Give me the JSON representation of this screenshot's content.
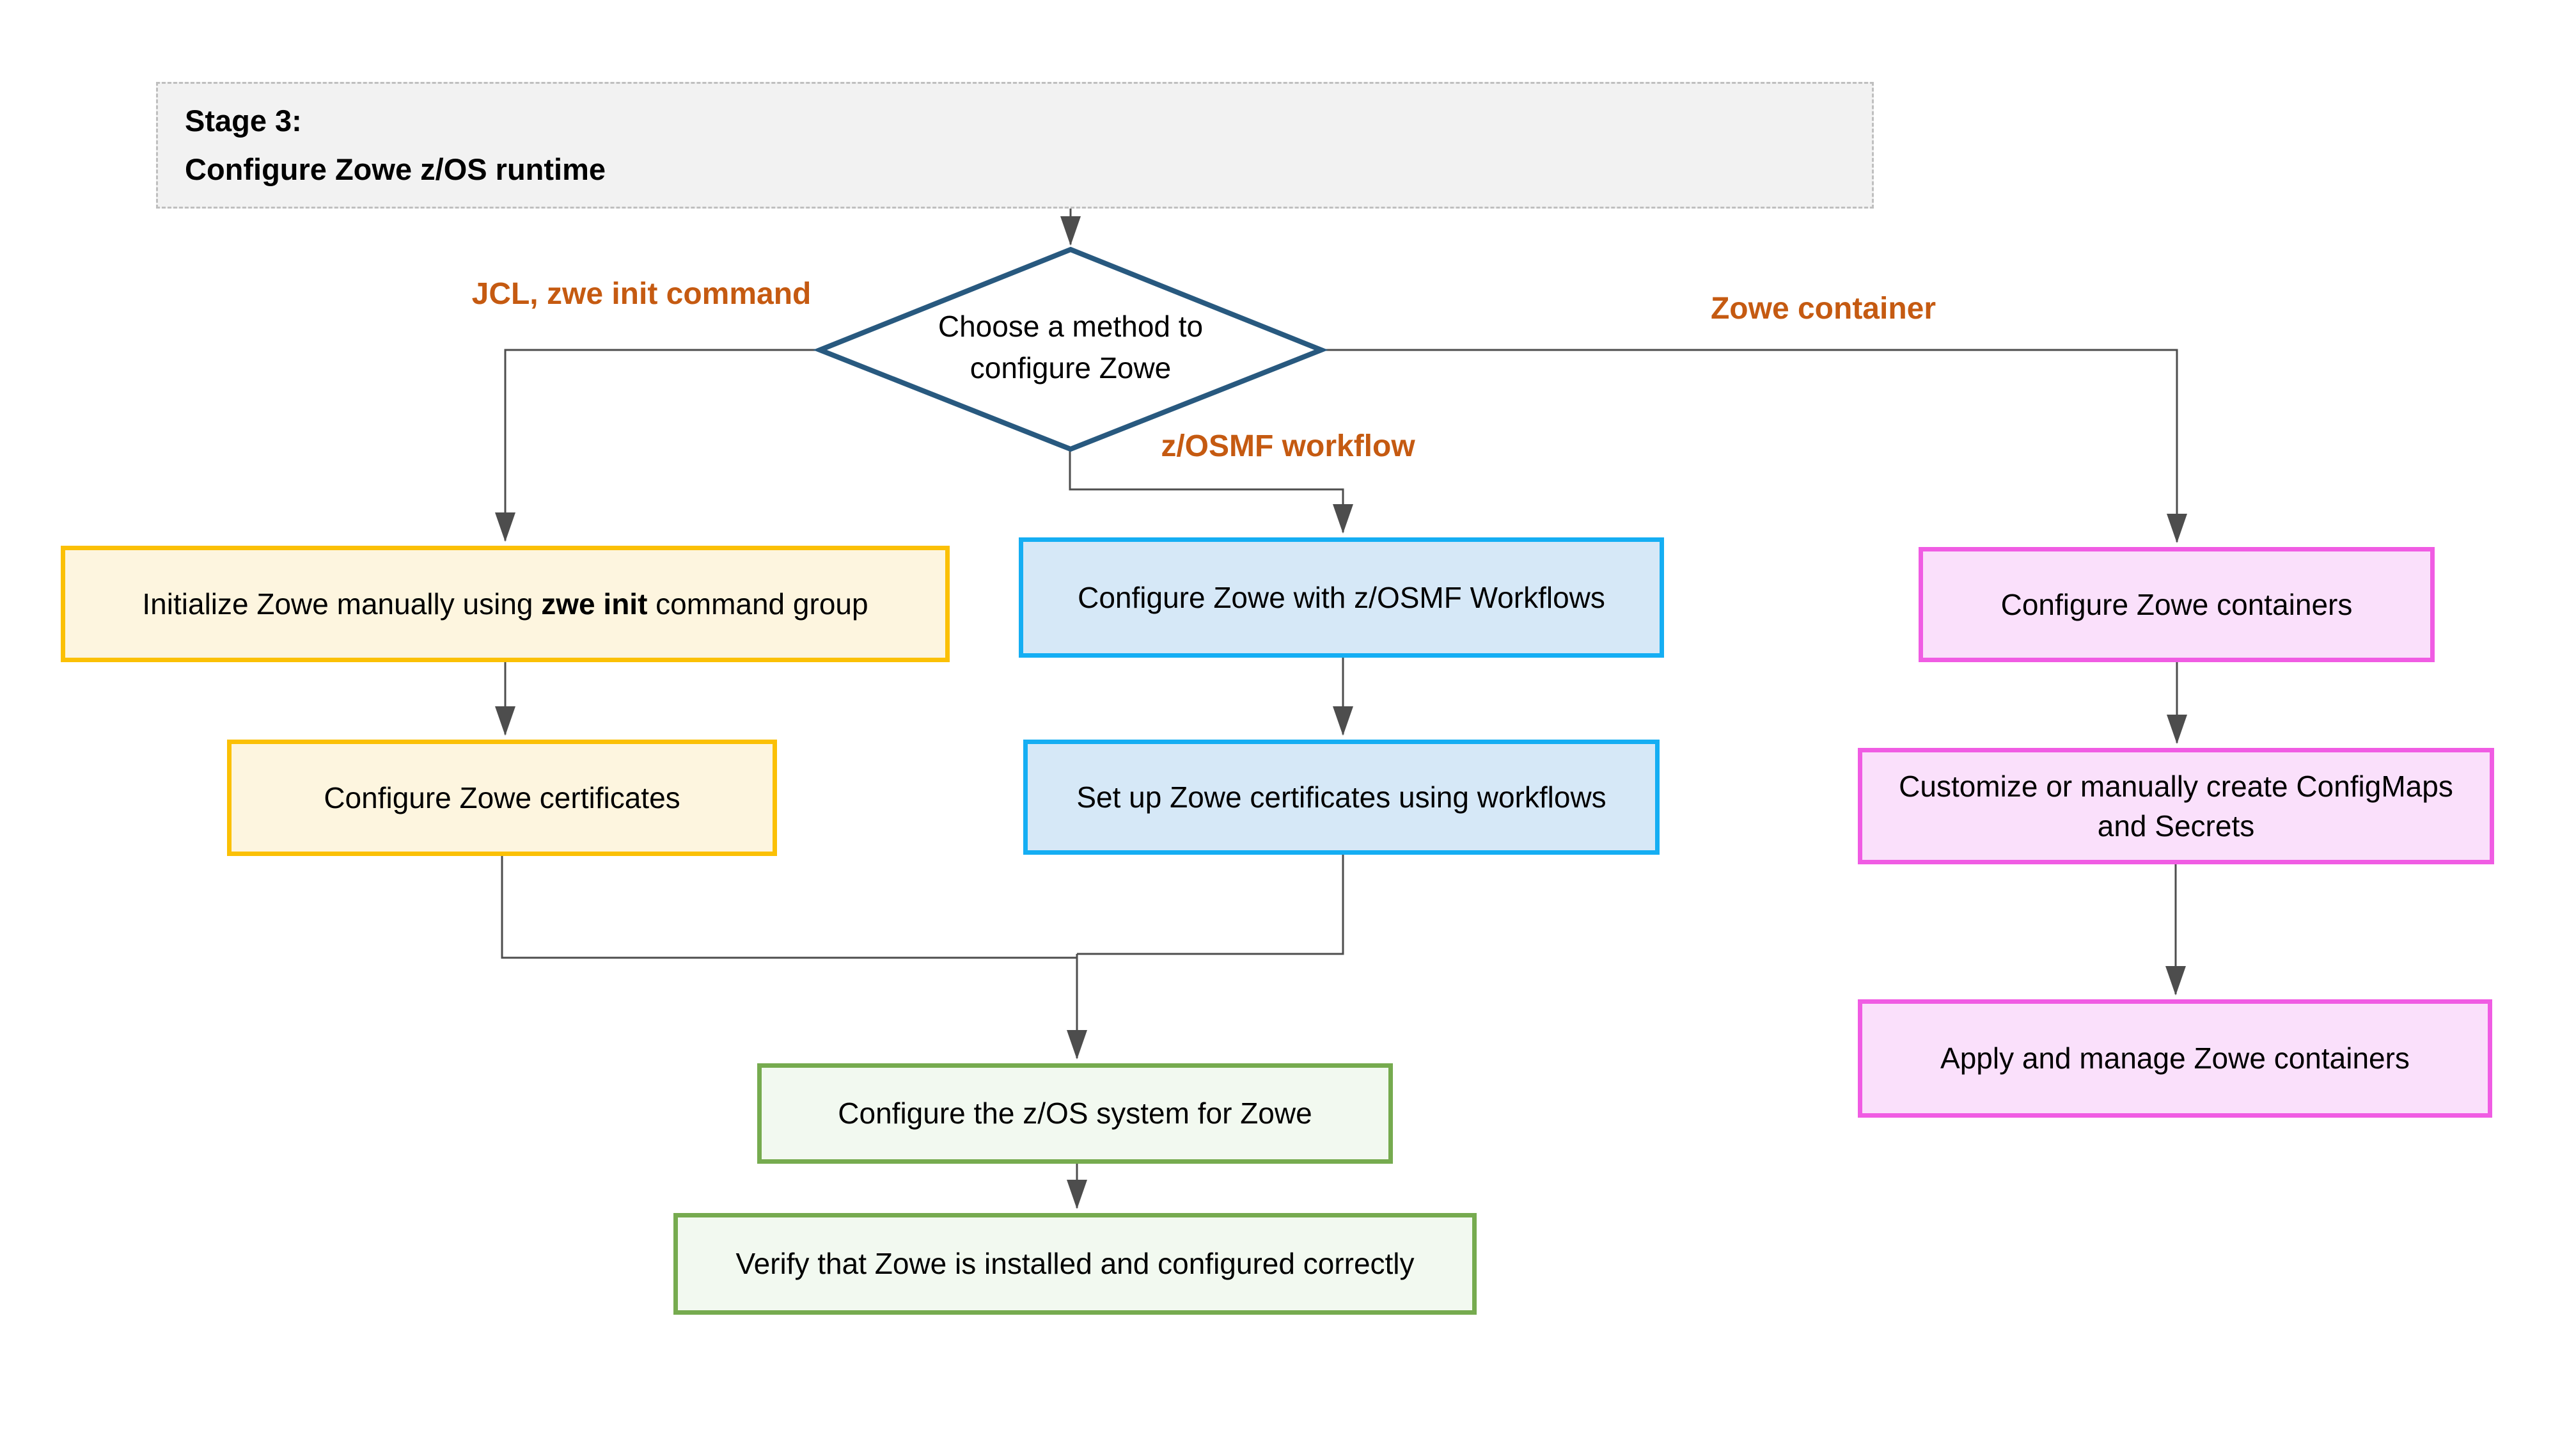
{
  "header": {
    "title_line1": "Stage 3:",
    "title_line2": "Configure Zowe z/OS runtime"
  },
  "decision": {
    "line1": "Choose a method to",
    "line2": "configure Zowe"
  },
  "branch_labels": {
    "jcl": "JCL, zwe init command",
    "zosmf": "z/OSMF workflow",
    "container": "Zowe container"
  },
  "nodes": {
    "init_manual": {
      "prefix": "Initialize Zowe manually using ",
      "bold": "zwe init",
      "suffix": " command group"
    },
    "configure_certs": "Configure Zowe certificates",
    "zosmf_workflows": "Configure Zowe with z/OSMF Workflows",
    "setup_certs_workflows": "Set up Zowe certificates using workflows",
    "configure_containers": "Configure Zowe containers",
    "customize_configmaps": "Customize or manually create ConfigMaps and Secrets",
    "apply_manage_containers": "Apply and manage Zowe containers",
    "configure_zos": "Configure the z/OS system for Zowe",
    "verify": "Verify that Zowe is installed and configured correctly"
  },
  "colors": {
    "branch_label": "#C55A11",
    "decision_border": "#28597F",
    "yellow_border": "#FBC005",
    "yellow_fill": "#FDF5DF",
    "blue_border": "#15AEF3",
    "blue_fill": "#D6E8F7",
    "pink_border": "#F05CE3",
    "pink_fill": "#FAE0FB",
    "green_border": "#76AB4F",
    "green_fill": "#F2F9F0",
    "header_fill": "#F2F2F2",
    "header_border": "#BFBFBF",
    "connector": "#4D4D4D",
    "text": "#000000"
  }
}
